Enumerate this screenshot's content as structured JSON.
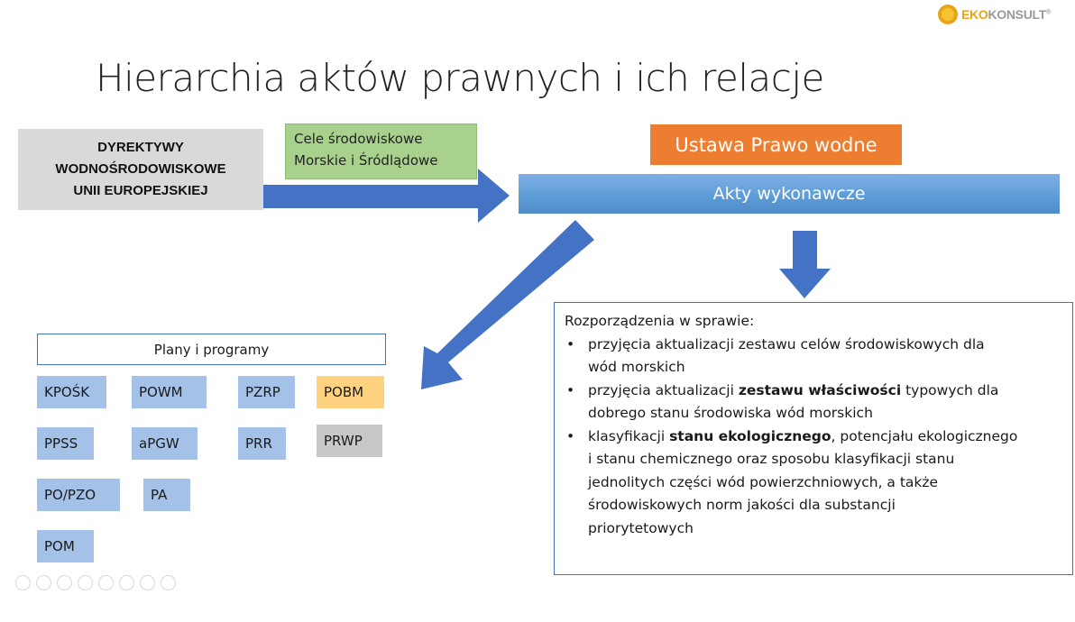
{
  "logo": {
    "brand_part1": "EKO",
    "brand_part2": "KONSULT",
    "reg_mark": "®",
    "icon": "sun-logo-icon"
  },
  "title": "Hierarchia aktów prawnych i ich relacje",
  "directives": {
    "line1": "DYREKTYWY",
    "line2": "WODNOŚRODOWISKOWE",
    "line3": "UNII EUROPEJSKIEJ"
  },
  "goals": {
    "line1": "Cele środowiskowe",
    "line2": "Morskie i Śródlądowe"
  },
  "law": "Ustawa Prawo wodne",
  "executive_acts": "Akty wykonawcze",
  "plans": {
    "header": "Plany i programy",
    "items": [
      "KPOŚK",
      "POWM",
      "PZRP",
      "POBM",
      "PPSS",
      "aPGW",
      "PRR",
      "PRWP",
      "PO/PZO",
      "PA",
      "POM"
    ]
  },
  "regulations": {
    "heading": "Rozporządzenia w sprawie:",
    "b1_line1": "przyjęcia aktualizacji zestawu celów środowiskowych dla",
    "b1_line2": "wód morskich",
    "b2_pre": "przyjęcia aktualizacji ",
    "b2_bold": "zestawu właściwości",
    "b2_post": " typowych dla",
    "b2_line2": "dobrego stanu środowiska wód morskich",
    "b3_pre": "klasyfikacji ",
    "b3_bold": "stanu ekologicznego",
    "b3_post": ", potencjału ekologicznego",
    "b3_line2": "i stanu chemicznego oraz sposobu klasyfikacji stanu",
    "b3_line3": "jednolitych części wód powierzchniowych, a także",
    "b3_line4": "środowiskowych norm jakości dla substancji",
    "b3_line5": "priorytetowych"
  },
  "colors": {
    "arrow_blue": "#4472c4",
    "orange": "#ed7d31",
    "green": "#a9d18e",
    "light_blue": "#a4c2e8",
    "light_orange": "#ffd27f",
    "grey": "#c8c8c8"
  }
}
